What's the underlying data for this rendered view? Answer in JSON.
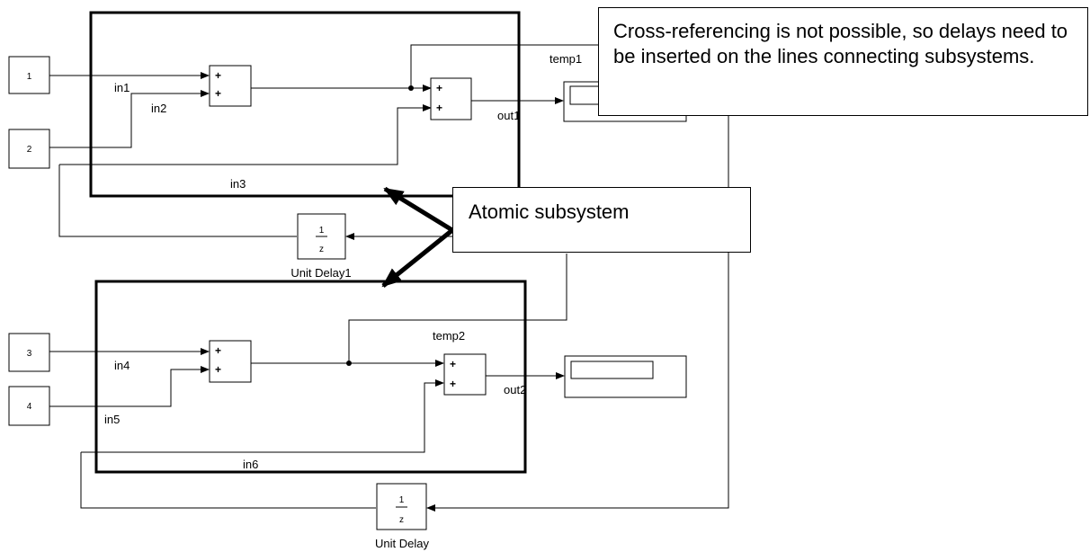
{
  "inports": [
    "1",
    "2",
    "3",
    "4"
  ],
  "signals": {
    "in1": "in1",
    "in2": "in2",
    "in3": "in3",
    "in4": "in4",
    "in5": "in5",
    "in6": "in6",
    "temp1": "temp1",
    "temp2": "temp2",
    "out1": "out1",
    "out2": "out2"
  },
  "sum_signs": "+",
  "unit_delays": [
    {
      "label": "Unit Delay1",
      "numerator": "1",
      "denominator": "z"
    },
    {
      "label": "Unit Delay",
      "numerator": "1",
      "denominator": "z"
    }
  ],
  "callouts": {
    "cross_reference": "Cross-referencing is not possible, so delays need to be inserted on the lines connecting subsystems.",
    "atomic": "Atomic subsystem"
  }
}
